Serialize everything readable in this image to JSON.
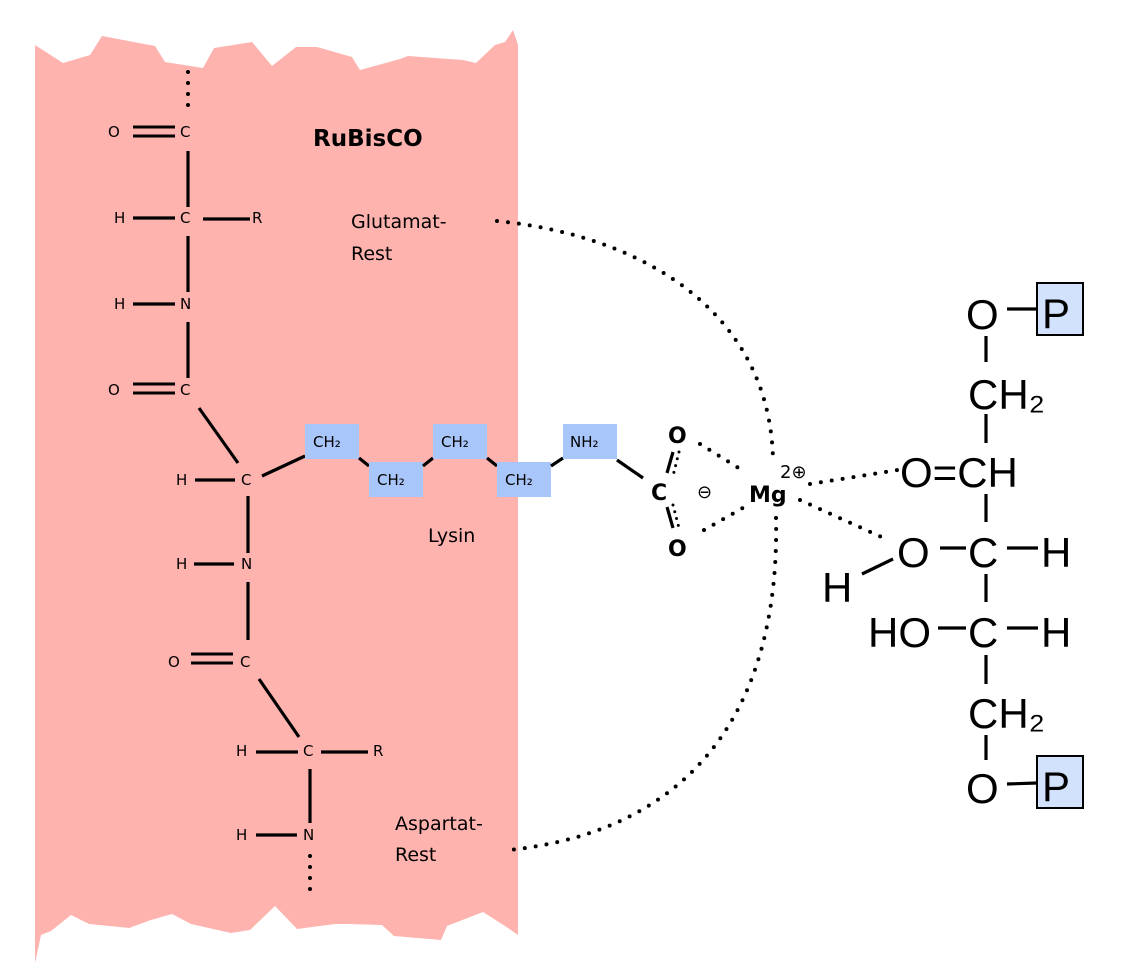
{
  "title": "RuBisCO",
  "colors": {
    "protein_region": "#feb3af",
    "lysine_group_box": "#a9c6fb",
    "phosphate_box": "#d2e2fd",
    "ink": "#000000"
  },
  "labels": {
    "glutamat_line1": "Glutamat-",
    "glutamat_line2": "Rest",
    "lysin": "Lysin",
    "aspartat_line1": "Aspartat-",
    "aspartat_line2": "Rest"
  },
  "backbone": {
    "o1": "O",
    "c1": "C",
    "h1": "H",
    "c2": "C",
    "r1": "R",
    "h2": "H",
    "n1": "N",
    "o2": "O",
    "c3": "C",
    "h3": "H",
    "c4": "C",
    "h4": "H",
    "n2": "N",
    "o3": "O",
    "c5": "C",
    "h5": "H",
    "c6": "C",
    "r2": "R",
    "h6": "H",
    "n3": "N"
  },
  "lysine_chain": {
    "groups": [
      "CH₂",
      "CH₂",
      "CH₂",
      "CH₂",
      "NH₂"
    ]
  },
  "carboxylate": {
    "o_top": "O",
    "c": "C",
    "o_bottom": "O",
    "charge": "⊖"
  },
  "magnesium": {
    "symbol": "Mg",
    "charge": "2⊕"
  },
  "substrate": {
    "o_p_top": "O",
    "p_top": "P",
    "ch2_top": "CH₂",
    "carbonyl": "O=CH",
    "o_h_row": {
      "o": "O",
      "c": "C",
      "h": "H"
    },
    "hydroxyl_h": "H",
    "ho_row": {
      "ho": "HO",
      "c": "C",
      "h": "H"
    },
    "ch2_bottom": "CH₂",
    "o_p_bottom": "O",
    "p_bottom": "P"
  }
}
